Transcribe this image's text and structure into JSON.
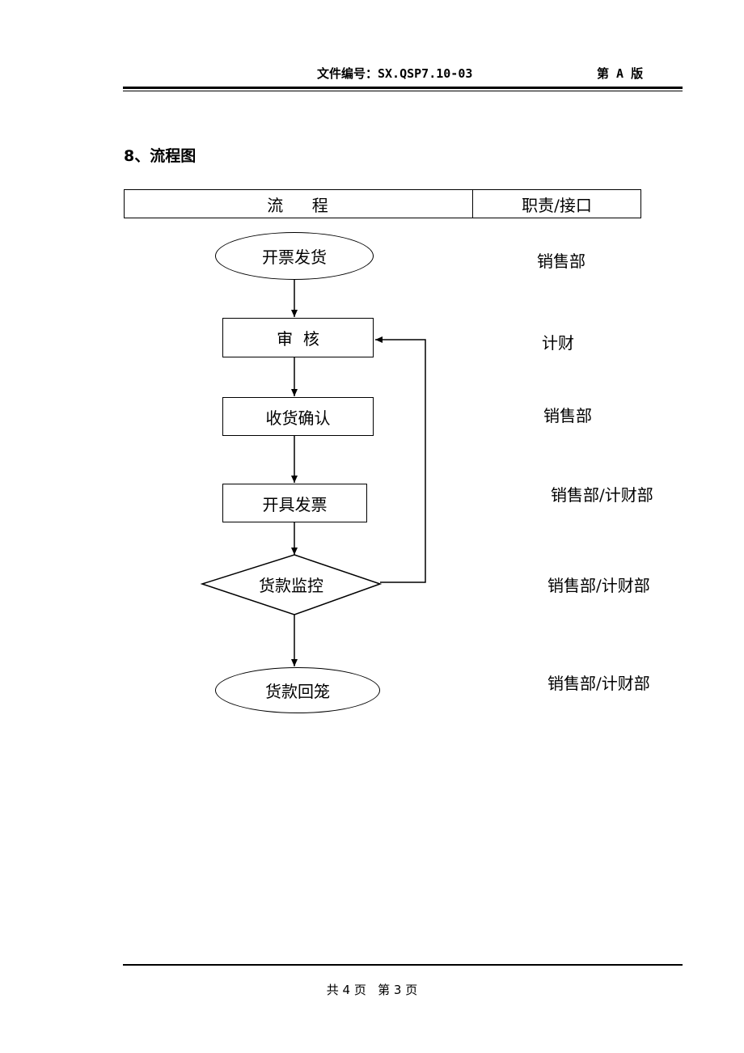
{
  "header": {
    "doc_number": "文件编号：SX.QSP7.10-03",
    "version": "第 A 版"
  },
  "section": {
    "title": "8、流程图"
  },
  "table_header": {
    "flow": "流    程",
    "responsibility": "职责/接口"
  },
  "flow": {
    "start": "开票发货",
    "review": "审  核",
    "receipt_confirm": "收货确认",
    "invoice": "开具发票",
    "payment_monitor": "货款监控",
    "payment_collect": "货款回笼"
  },
  "responsibilities": {
    "start": "销售部",
    "review": "计财",
    "receipt_confirm": "销售部",
    "invoice": "销售部/计财部",
    "payment_monitor": "销售部/计财部",
    "payment_collect": "销售部/计财部"
  },
  "footer": {
    "pages": "共 4 页   第 3 页"
  }
}
